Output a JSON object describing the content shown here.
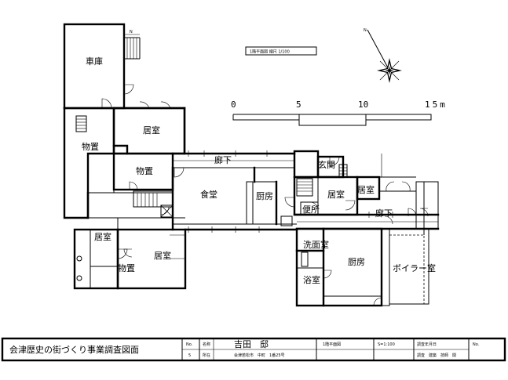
{
  "drawing": {
    "scale_label": "1階平面図 縮尺 1/100",
    "north_label": "N",
    "scale_bar": {
      "ticks": [
        "0",
        "5",
        "10",
        "15m"
      ]
    }
  },
  "rooms": {
    "garage": "車庫",
    "living_1": "居室",
    "storage_1": "物置",
    "storage_2": "物置",
    "corridor_1": "廊下",
    "dining": "食堂",
    "kitchen_1": "厨房",
    "entrance": "玄関",
    "toilet": "便所",
    "living_2": "居室",
    "living_3": "居室",
    "corridor_2": "廊下",
    "living_4": "居室",
    "storage_3": "物置",
    "living_5": "居室",
    "washroom": "洗面室",
    "kitchen_2": "厨房",
    "boiler": "ボイラー室",
    "bathroom": "浴室"
  },
  "title_block": {
    "project": "会津歴史の街づくり事業調査図面",
    "no_label_1": "No.",
    "no_value_1": "5",
    "name_label": "名称",
    "name_value": "吉田　邸",
    "location_label": "所在",
    "location_value": "会津若松市　中町　1番25号",
    "drawing_name": "1階平面図",
    "scale": "S=1:100",
    "survey_date": "調査年月日",
    "surveyor": "調査　建築　技師　関",
    "no_label_2": "No."
  }
}
